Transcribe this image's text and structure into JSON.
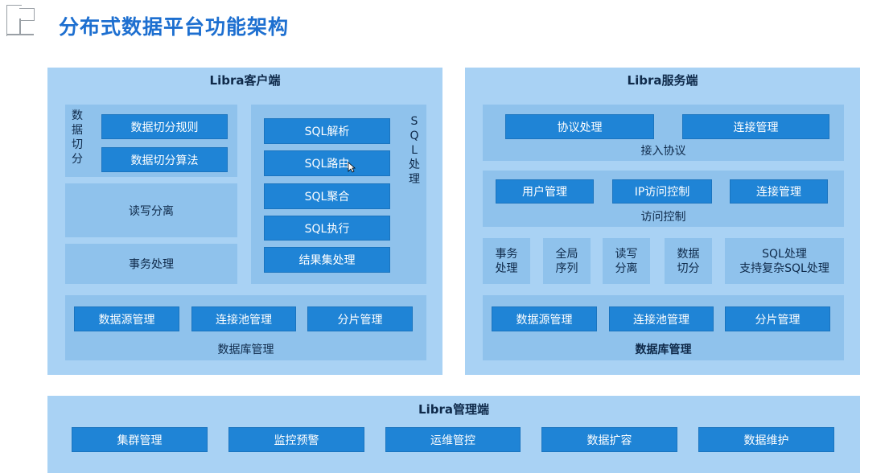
{
  "page_title": "分布式数据平台功能架构",
  "client": {
    "title": "Libra客户端",
    "sharding": {
      "label_chars": [
        "数",
        "据",
        "切",
        "分"
      ],
      "rule": "数据切分规则",
      "algorithm": "数据切分算法"
    },
    "rw_split": "读写分离",
    "transaction": "事务处理",
    "sql": {
      "label_chars": [
        "S",
        "Q",
        "L",
        "处",
        "理"
      ],
      "parse": "SQL解析",
      "route": "SQL路由",
      "merge": "SQL聚合",
      "execute": "SQL执行",
      "resultset": "结果集处理"
    },
    "db": {
      "label": "数据库管理",
      "datasource": "数据源管理",
      "pool": "连接池管理",
      "shard": "分片管理"
    }
  },
  "server": {
    "title": "Libra服务端",
    "access_protocol": {
      "label": "接入协议",
      "protocol": "协议处理",
      "connection": "连接管理"
    },
    "access_control": {
      "label": "访问控制",
      "user": "用户管理",
      "ip": "IP访问控制",
      "connection": "连接管理"
    },
    "tiles": {
      "transaction": [
        "事务",
        "处理"
      ],
      "sequence": [
        "全局",
        "序列"
      ],
      "rw_split": [
        "读写",
        "分离"
      ],
      "sharding": [
        "数据",
        "切分"
      ],
      "sql": [
        "SQL处理",
        "支持复杂SQL处理"
      ]
    },
    "db": {
      "label": "数据库管理",
      "datasource": "数据源管理",
      "pool": "连接池管理",
      "shard": "分片管理"
    }
  },
  "admin": {
    "title": "Libra管理端",
    "items": [
      "集群管理",
      "监控预警",
      "运维管控",
      "数据扩容",
      "数据维护"
    ]
  },
  "colors": {
    "title_blue": "#1d6fd0",
    "panel": "#a9d2f4",
    "sub_panel": "#8fc2ec",
    "button": "#1f84d6"
  }
}
